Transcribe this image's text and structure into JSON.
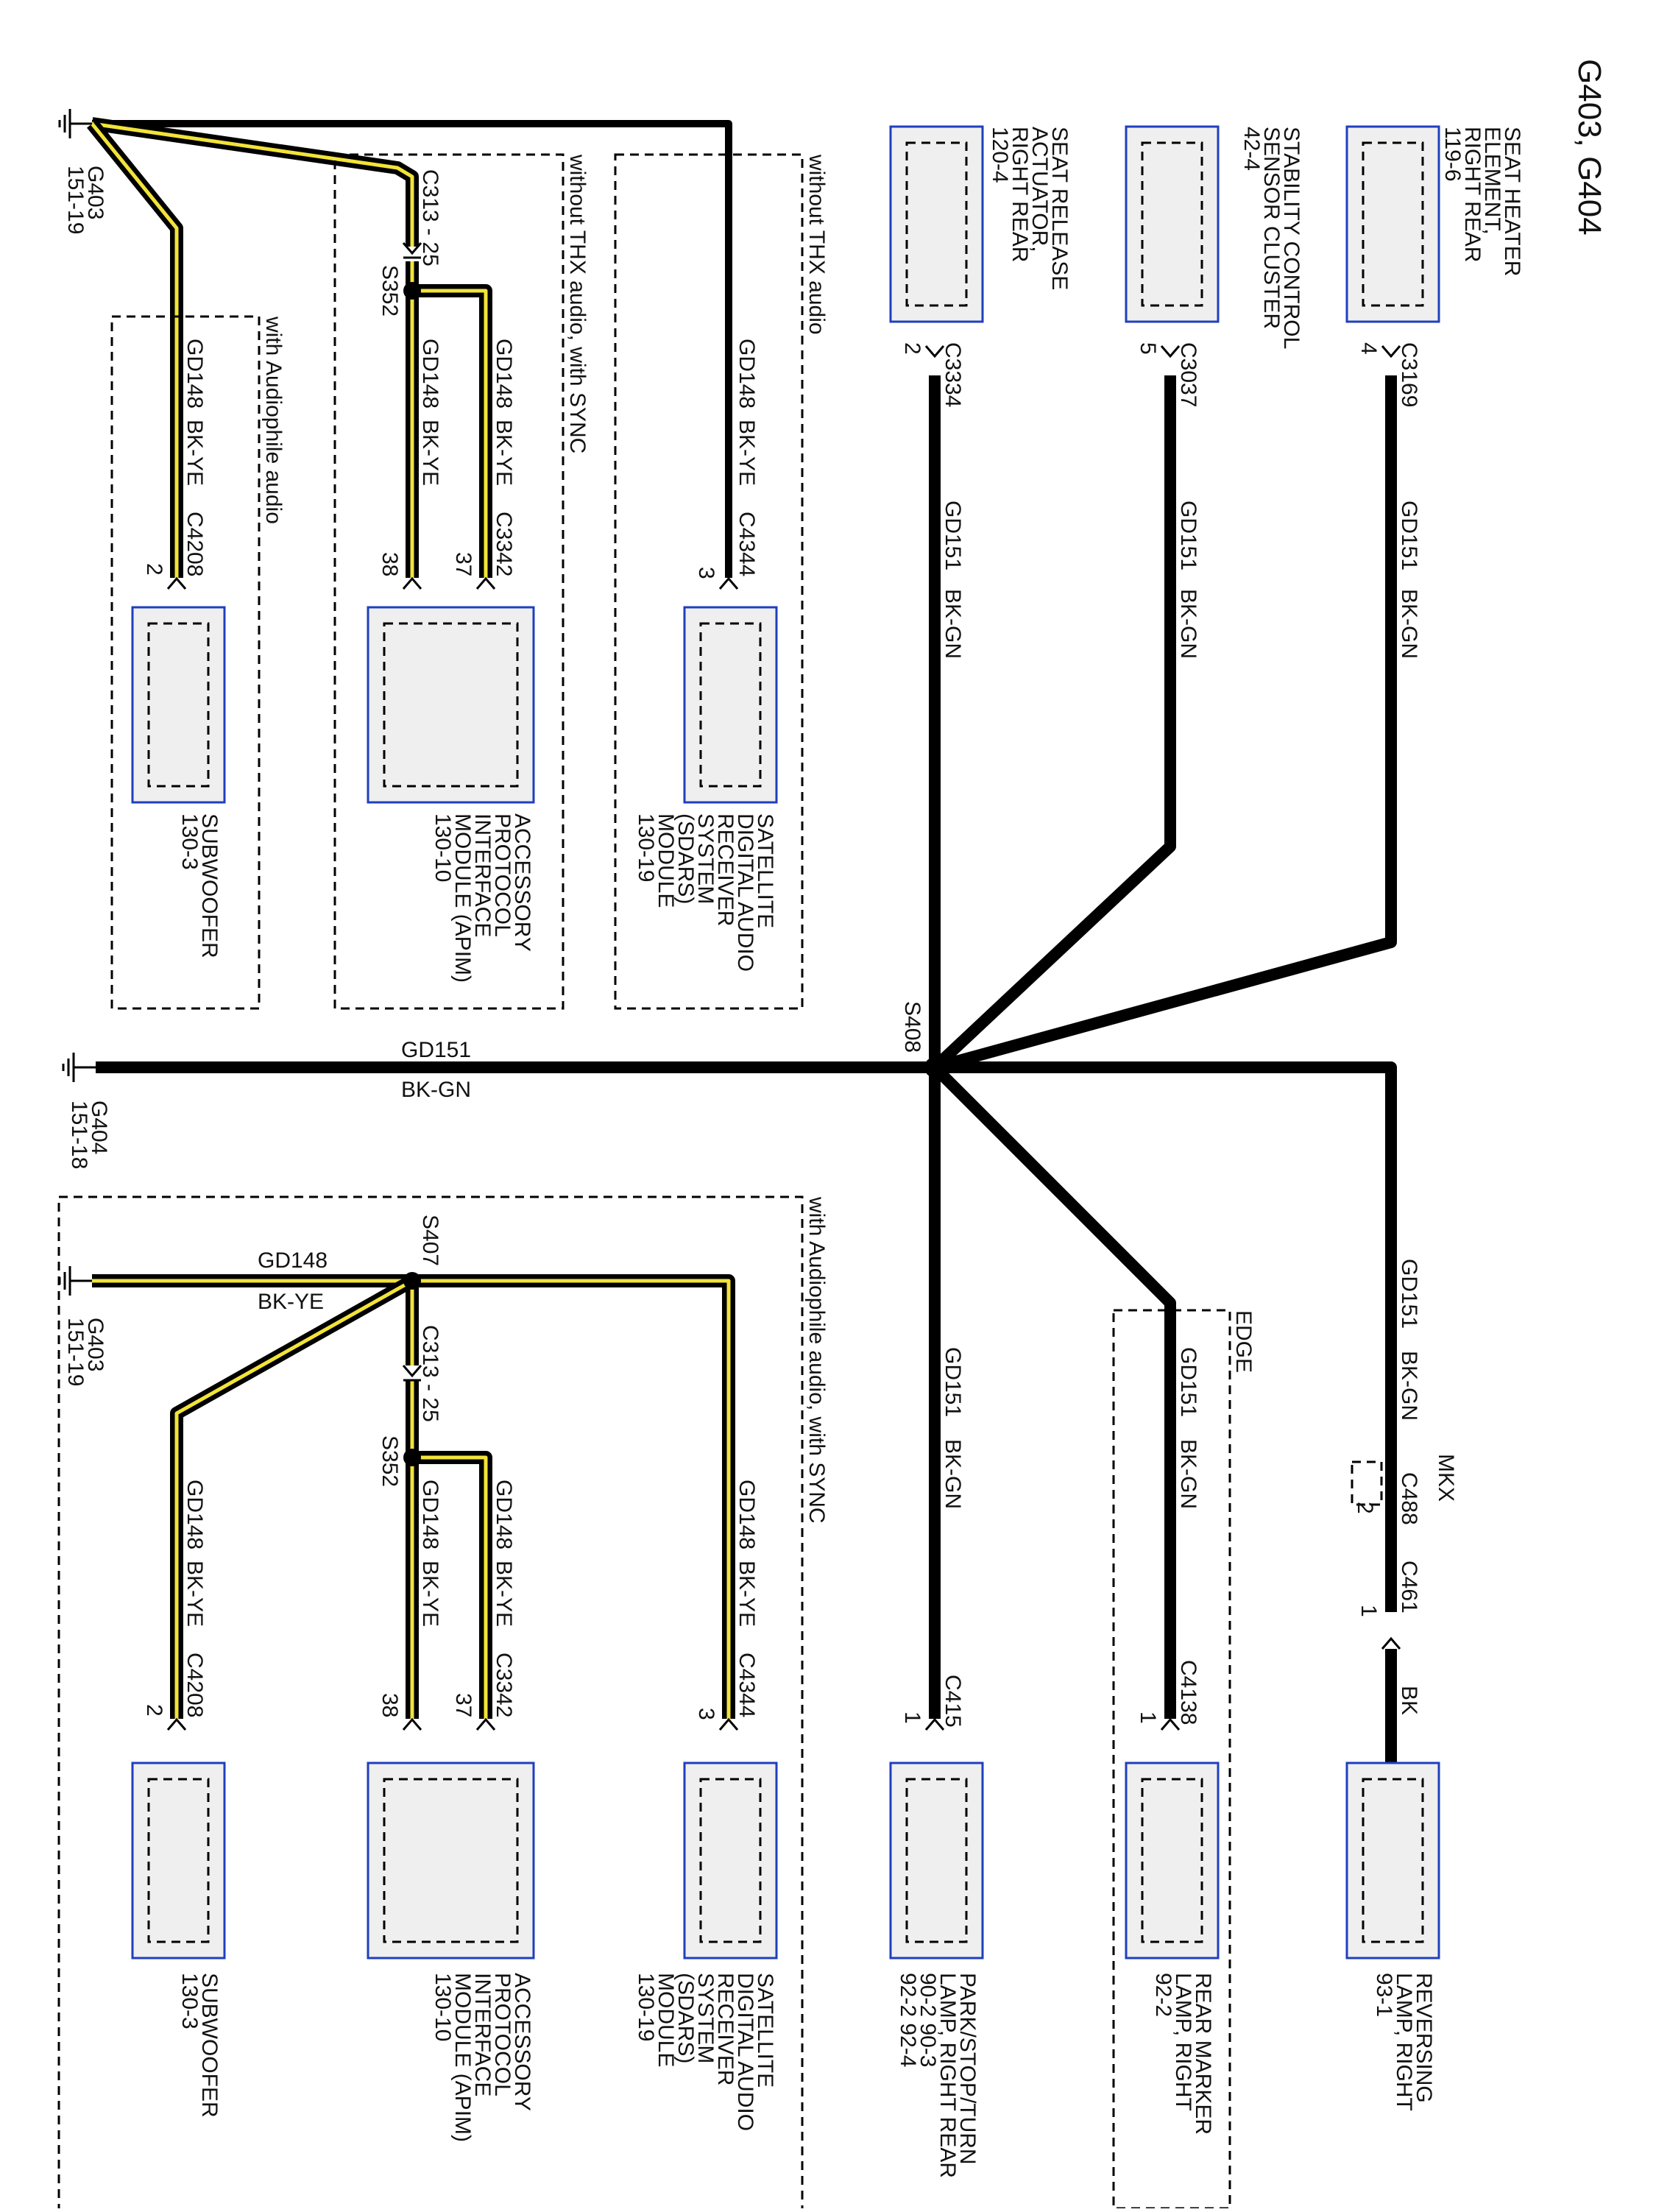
{
  "title": "G403, G404",
  "colors": {
    "wire": "#000000",
    "yellow_stripe": "#f2e33a",
    "component_border": "#1f3fbf",
    "component_fill": "#efefef"
  },
  "components": {
    "seat_heater": {
      "lines": [
        "SEAT HEATER",
        "ELEMENT,",
        "RIGHT REAR",
        "119-6"
      ]
    },
    "stability": {
      "lines": [
        "STABILITY CONTROL",
        "SENSOR CLUSTER",
        "42-4"
      ]
    },
    "seat_release": {
      "lines": [
        "SEAT RELEASE",
        "ACTUATOR,",
        "RIGHT REAR",
        "120-4"
      ]
    },
    "sdars_top": {
      "lines": [
        "SATELLITE",
        "DIGITAL AUDIO",
        "RECEIVER",
        "SYSTEM",
        "(SDARS)",
        "MODULE",
        "130-19"
      ]
    },
    "apim_top": {
      "lines": [
        "ACCESSORY",
        "PROTOCOL",
        "INTERFACE",
        "MODULE (APIM)",
        "130-10"
      ]
    },
    "sub_top": {
      "lines": [
        "SUBWOOFER",
        "130-3"
      ]
    },
    "reversing": {
      "lines": [
        "REVERSING",
        "LAMP, RIGHT",
        "93-1"
      ]
    },
    "rear_marker": {
      "lines": [
        "REAR MARKER",
        "LAMP, RIGHT",
        "92-2"
      ]
    },
    "park_stop": {
      "lines": [
        "PARK/STOP/TURN",
        "LAMP, RIGHT REAR",
        "90-2     90-3",
        "92-2     92-4"
      ]
    },
    "sdars_bot": {
      "lines": [
        "SATELLITE",
        "DIGITAL AUDIO",
        "RECEIVER",
        "SYSTEM",
        "(SDARS)",
        "MODULE",
        "130-19"
      ]
    },
    "apim_bot": {
      "lines": [
        "ACCESSORY",
        "PROTOCOL",
        "INTERFACE",
        "MODULE (APIM)",
        "130-10"
      ]
    },
    "sub_bot": {
      "lines": [
        "SUBWOOFER",
        "130-3"
      ]
    }
  },
  "grounds": {
    "g403_top": {
      "lines": [
        "G403",
        "151-19"
      ]
    },
    "g404": {
      "lines": [
        "G404",
        "151-18"
      ]
    },
    "g403_bot": {
      "lines": [
        "G403",
        "151-19"
      ]
    }
  },
  "connectors": {
    "c3169": "C3169",
    "pin_c3169": "4",
    "c3037": "C3037",
    "pin_c3037": "5",
    "c3334": "C3334",
    "pin_c3334": "2",
    "c4344_top": "C4344",
    "pin_c4344_top": "3",
    "c3342_top": "C3342",
    "pin_c3342_top": "37",
    "pin_c3342_top_38": "38",
    "c4208_top": "C4208",
    "pin_c4208_top": "2",
    "c313_top": "C313  -  25",
    "c488": "C488",
    "pin_c488": "2",
    "c461": "C461",
    "pin_c461": "1",
    "c4138": "C4138",
    "pin_c4138": "1",
    "c415": "C415",
    "pin_c415": "1",
    "c4344_bot": "C4344",
    "pin_c4344_bot": "3",
    "c3342_bot": "C3342",
    "pin_c3342_bot": "37",
    "pin_c3342_bot_38": "38",
    "c4208_bot": "C4208",
    "pin_c4208_bot": "2",
    "c313_bot": "C313  -  25"
  },
  "splices": {
    "s408": "S408",
    "s352_top": "S352",
    "s407": "S407",
    "s352_bot": "S352"
  },
  "wires": {
    "gd151": "GD151",
    "bk_gn": "BK-GN",
    "gd148": "GD148",
    "bk_ye": "BK-YE",
    "bk": "BK"
  },
  "options": {
    "without_thx_1": "without THX audio",
    "without_thx_sync": "without THX audio, with SYNC",
    "with_audiophile": "with Audiophile audio",
    "edge": "EDGE",
    "mkx": "MKX",
    "with_audiophile_sync": "with Audiophile audio, with SYNC"
  }
}
